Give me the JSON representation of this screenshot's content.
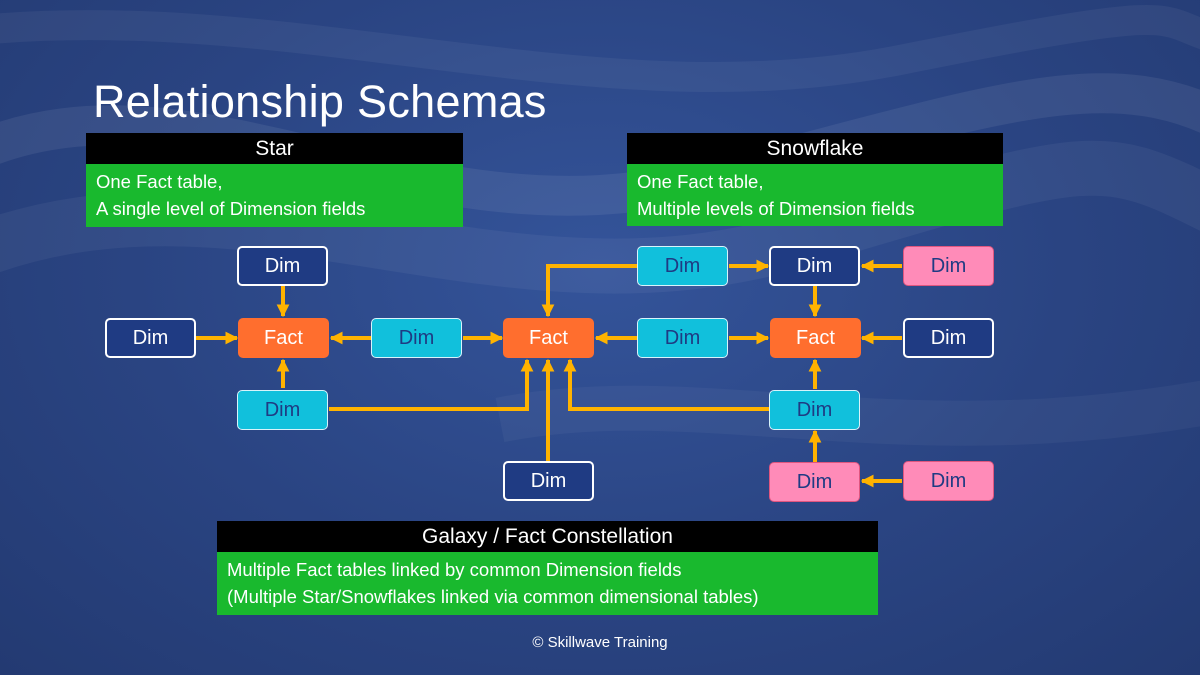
{
  "slide": {
    "title": "Relationship Schemas",
    "footer": "© Skillwave Training"
  },
  "panels": {
    "star": {
      "title": "Star",
      "lines": [
        "One Fact table,",
        "A single level of Dimension fields"
      ]
    },
    "snowflake": {
      "title": "Snowflake",
      "lines": [
        "One Fact table,",
        "Multiple levels of Dimension fields"
      ]
    },
    "galaxy": {
      "title": "Galaxy / Fact Constellation",
      "lines": [
        "Multiple Fact tables linked by common Dimension fields",
        "(Multiple Star/Snowflakes linked via common dimensional tables)"
      ]
    }
  },
  "nodes": {
    "fact_left": "Fact",
    "fact_center": "Fact",
    "fact_right": "Fact",
    "dim_left_top": "Dim",
    "dim_left_outer": "Dim",
    "dim_left_bottom": "Dim",
    "dim_shared_left": "Dim",
    "dim_center_bottom": "Dim",
    "dim_shared_top": "Dim",
    "dim_shared_right": "Dim",
    "dim_right_top": "Dim",
    "dim_right_top_sub": "Dim",
    "dim_right_outer": "Dim",
    "dim_right_bottom": "Dim",
    "dim_right_bottom_sub": "Dim",
    "dim_right_bottom_sub2": "Dim"
  },
  "colors": {
    "background": "#2a4482",
    "header": "#000000",
    "panel": "#19b92e",
    "fact": "#ff6e2e",
    "dim_dark": "#1f3b83",
    "dim_cyan": "#11c0dc",
    "dim_pink": "#ff8bb8",
    "arrow": "#ffb300"
  }
}
